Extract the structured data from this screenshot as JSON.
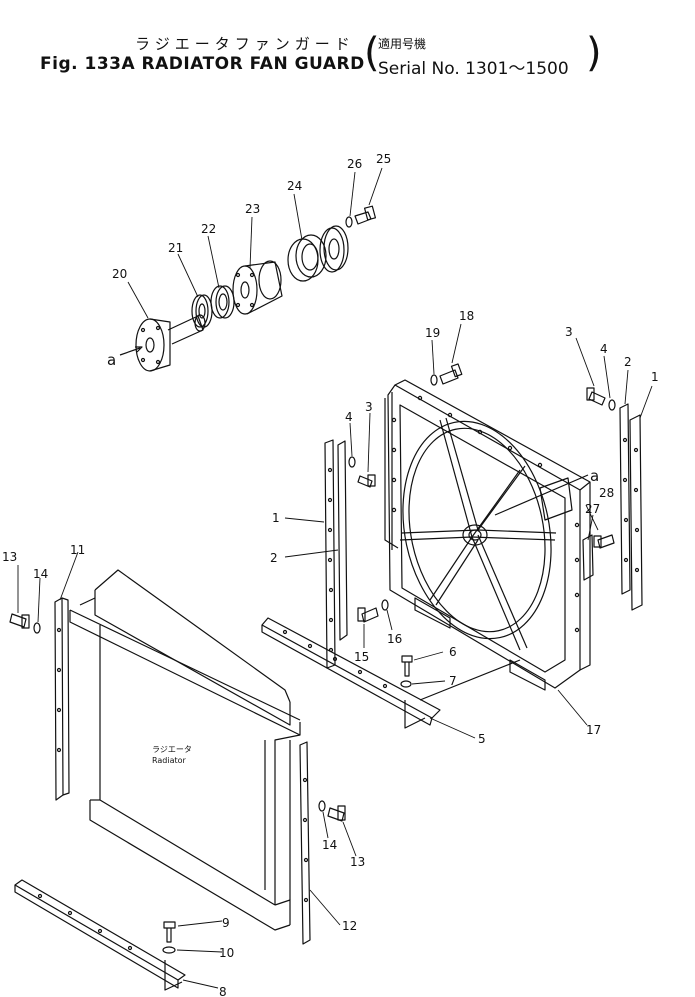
{
  "title": {
    "japanese": "ラジエータファンガード",
    "english": "Fig. 133A RADIATOR FAN GUARD",
    "serial_japanese": "適用号機",
    "serial_english": "Serial No. 1301～1500"
  },
  "radiator_label": {
    "japanese": "ラジエータ",
    "english": "Radiator"
  },
  "reference_marker": "a",
  "callouts": {
    "n1": "1",
    "n2": "2",
    "n3": "3",
    "n4": "4",
    "n5": "5",
    "n6": "6",
    "n7": "7",
    "n8": "8",
    "n9": "9",
    "n10": "10",
    "n11": "11",
    "n12": "12",
    "n13": "13",
    "n14": "14",
    "n15": "15",
    "n16": "16",
    "n17": "17",
    "n18": "18",
    "n19": "19",
    "n20": "20",
    "n21": "21",
    "n22": "22",
    "n23": "23",
    "n24": "24",
    "n25": "25",
    "n26": "26",
    "n27": "27",
    "n28": "28"
  }
}
